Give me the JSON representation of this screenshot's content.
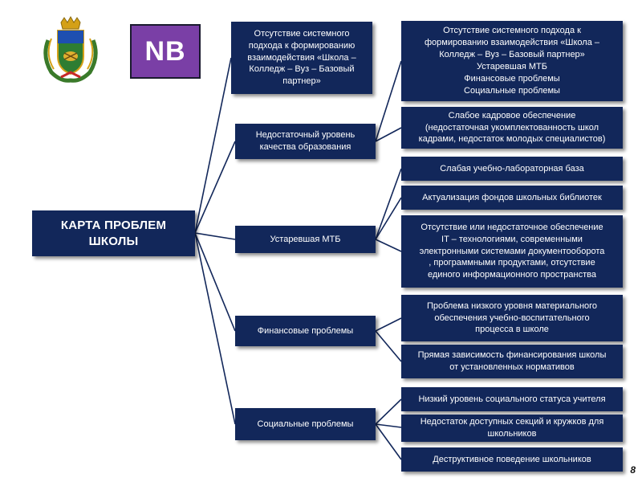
{
  "logo_text": "NB",
  "page_number": "8",
  "root": {
    "label": "КАРТА ПРОБЛЕМ\nШКОЛЫ"
  },
  "categories": [
    {
      "label": "Отсутствие системного\nподхода к формированию\nвзаимодействия «Школа –\nКолледж – Вуз – Базовый\nпартнер»"
    },
    {
      "label": "Недостаточный уровень\nкачества образования"
    },
    {
      "label": "Устаревшая МТБ"
    },
    {
      "label": "Финансовые проблемы"
    },
    {
      "label": "Социальные проблемы"
    }
  ],
  "details": [
    {
      "label": "Отсутствие системного подхода к\nформированию взаимодействия «Школа –\nКолледж – Вуз – Базовый партнер»\nУстаревшая МТБ\nФинансовые проблемы\nСоциальные проблемы"
    },
    {
      "label": "Слабое кадровое обеспечение\n(недостаточная укомплектованность школ\nкадрами, недостаток молодых специалистов)"
    },
    {
      "label": "Слабая учебно-лабораторная база"
    },
    {
      "label": "Актуализация фондов школьных библиотек"
    },
    {
      "label": "Отсутствие или недостаточное обеспечение\nIT – технологиями, современными\nэлектронными системами документооборота\n, программными продуктами, отсутствие\nединого информационного пространства"
    },
    {
      "label": "Проблема низкого уровня материального\nобеспечения учебно-воспитательного\nпроцесса в школе"
    },
    {
      "label": "Прямая зависимость финансирования школы\nот установленных нормативов"
    },
    {
      "label": "Низкий уровень социального статуса учителя"
    },
    {
      "label": "Недостаток доступных секций и кружков для\nшкольников"
    },
    {
      "label": "Деструктивное поведение школьников"
    }
  ]
}
